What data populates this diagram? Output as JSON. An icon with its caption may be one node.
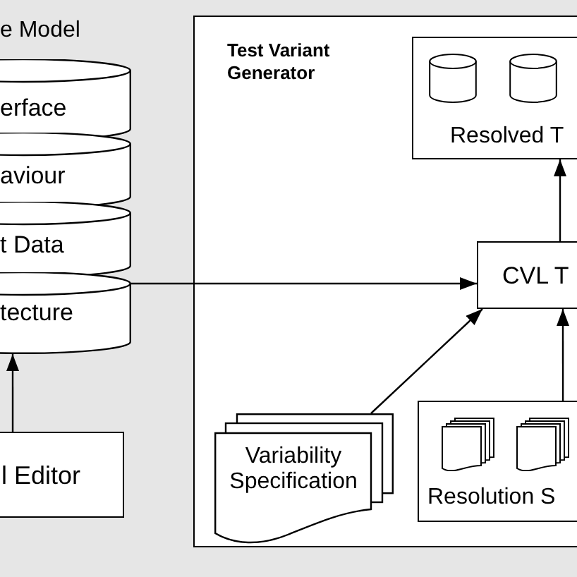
{
  "diagram": {
    "nodes": [
      {
        "text": [
          "erface"
        ]
      },
      {
        "text": [
          "aviour"
        ]
      },
      {
        "text": [
          "t Data"
        ]
      },
      {
        "text": [
          "tecture"
        ]
      },
      {
        "text": [
          "l Editor"
        ]
      },
      {
        "text": [
          "Test Variant Generator"
        ]
      },
      {
        "text": [
          "Resolved T"
        ],
        "in": 5
      },
      {
        "text": [
          "CVL T"
        ],
        "in": 5
      },
      {
        "text": [
          "Variability Specification"
        ],
        "in": 5
      },
      {
        "text": [
          "Resolution S"
        ],
        "in": 5
      }
    ],
    "edges": [
      {
        "from": 3,
        "to": 7,
        "arrow": "to"
      },
      {
        "from": 4,
        "to": 3,
        "arrow": "to"
      },
      {
        "from": 7,
        "to": 6,
        "arrow": "to"
      },
      {
        "from": 8,
        "to": 7,
        "arrow": "to"
      },
      {
        "from": 9,
        "to": 7,
        "arrow": "to"
      }
    ],
    "labels": [
      "e Model"
    ]
  }
}
